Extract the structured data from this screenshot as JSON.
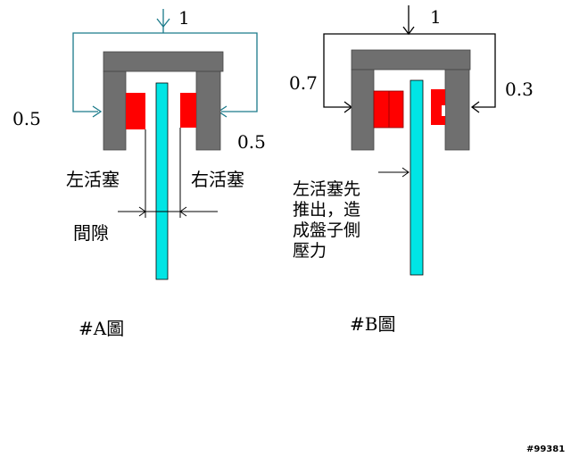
{
  "colors": {
    "caliper": "#6f6f6f",
    "piston": "#ff0000",
    "disc": "#00e5e5",
    "hydraulic_line": "#1a7a8a",
    "text": "#000000",
    "gap_label": "#d42020"
  },
  "diagram_a": {
    "input_force": "1",
    "left_force": "0.5",
    "right_force": "0.5",
    "left_piston_label": "左活塞",
    "right_piston_label": "右活塞",
    "gap_label": "間隙",
    "caption": "#A圖"
  },
  "diagram_b": {
    "input_force": "1",
    "left_force": "0.7",
    "right_force": "0.3",
    "note_line1": "左活塞先",
    "note_line2": "推出，造",
    "note_line3": "成盤子側",
    "note_line4": "壓力",
    "caption": "#B圖"
  },
  "watermark": "#99381"
}
